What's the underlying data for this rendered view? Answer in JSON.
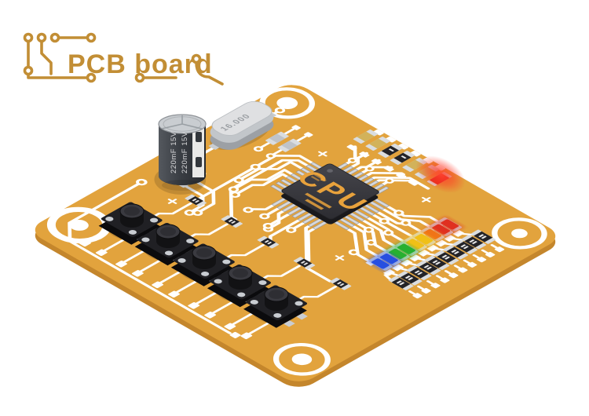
{
  "title": "PCB board",
  "logo": {
    "text": "PCB board",
    "color": "#C28E35"
  },
  "board": {
    "color": "#E2A33D",
    "edge_color": "#C4862C",
    "trace_color": "#FFFFFF",
    "shape": "isometric-square",
    "mounting_holes": 4
  },
  "components": {
    "cpu": {
      "label": "CPU",
      "label_color": "#E8A23C",
      "pins_per_side": 9
    },
    "crystal": {
      "label": "16.000"
    },
    "capacitor": {
      "label": "220mF 15V"
    },
    "buttons": {
      "count": 5
    },
    "button_resistors": {
      "count": 5
    },
    "leds": {
      "count": 9,
      "colors": [
        "#E03020",
        "#E03020",
        "#F07418",
        "#F0C018",
        "#F0C018",
        "#28B030",
        "#28B030",
        "#2850E0",
        "#2850E0"
      ]
    },
    "smd_resistors": {
      "count": 10
    },
    "top_row": {
      "tan_capacitors": 4,
      "black_resistors": 2,
      "red_led_color": "#E03020"
    },
    "side_capacitors": {
      "count": 2
    }
  }
}
